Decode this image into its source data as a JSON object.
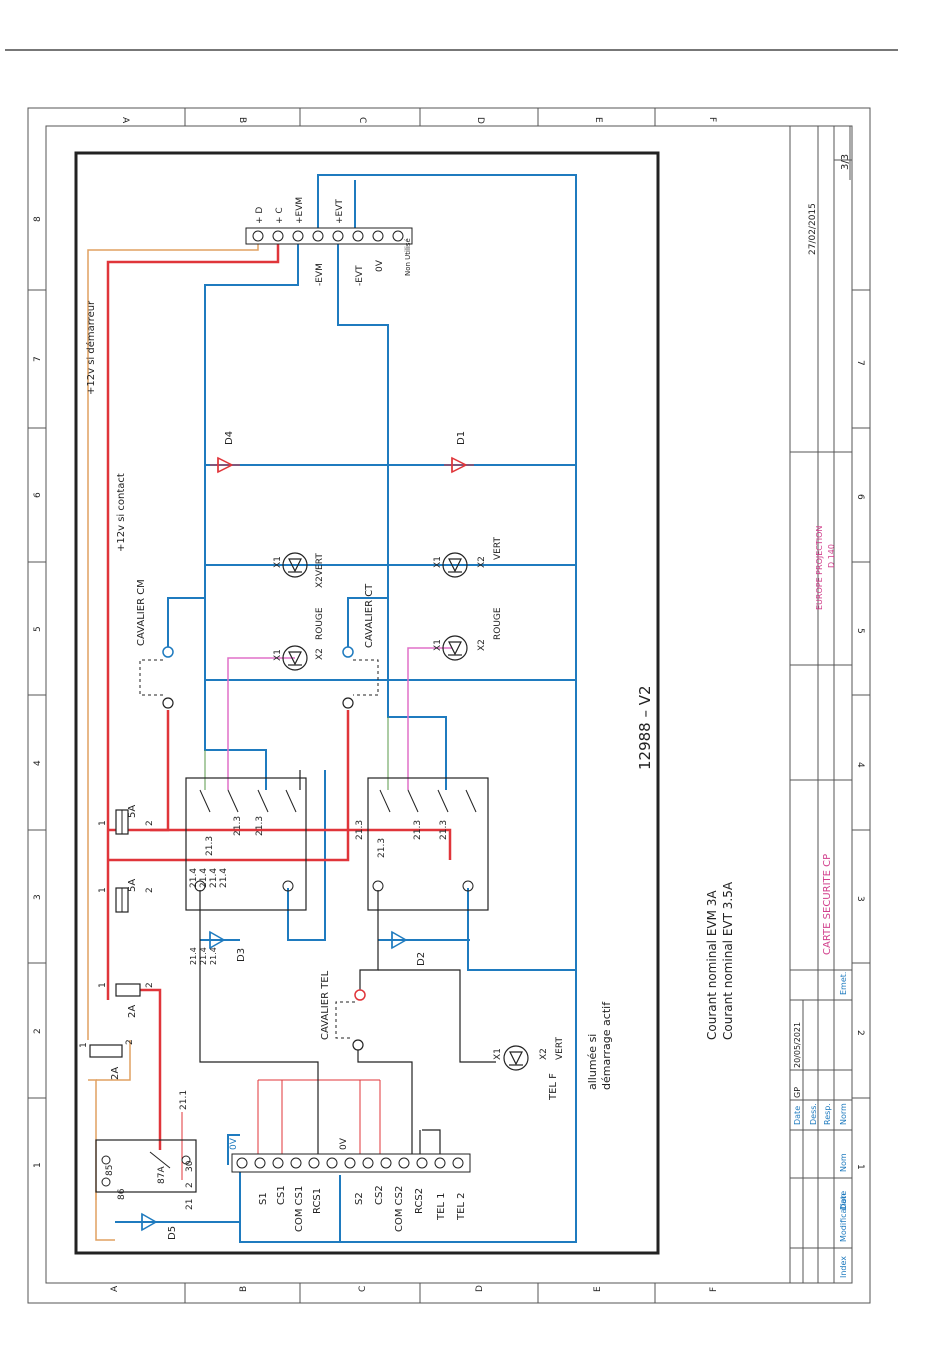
{
  "title_block": {
    "company": "EUROPE PROJECTION",
    "model": "D 140",
    "card": "CARTE SECURITE CP",
    "date_drawn": "27/02/2015",
    "sheet": "3/3",
    "date_mod": "20/05/2021",
    "dessine": "GP",
    "labels": {
      "date": "Date",
      "dess": "Dess.",
      "resp": "Resp.",
      "emet": "Emet.",
      "norm": "Norm",
      "nom": "Nom",
      "date2": "Date",
      "modification": "Modification",
      "index": "Index"
    }
  },
  "grid": {
    "columns": [
      "A",
      "B",
      "C",
      "D",
      "E",
      "F"
    ],
    "rows": [
      "8",
      "7",
      "6",
      "5",
      "4",
      "3",
      "2",
      "1"
    ]
  },
  "diagram": {
    "ref": "12988 – V2",
    "note_line1": "Courant nominal EVM 3A",
    "note_line2": "Courant nominal EVT 3.5A",
    "supply_start": "+12v si démarreur",
    "supply_contact": "+12v si contact",
    "allumee_1": "allumée si",
    "allumee_2": "démarrage actif",
    "top_terminals": [
      "+ D",
      "+ C",
      "+EVM",
      "-EVM",
      "+EVT",
      "-EVT",
      "0V",
      "Non Utilisé"
    ],
    "bottom_left_terminals": [
      "S1",
      "CS1",
      "COM CS1",
      "RCS1"
    ],
    "bottom_right_terminals": [
      "S2",
      "CS2",
      "COM CS2",
      "RCS2",
      "TEL 1",
      "TEL 2"
    ],
    "ov": "0V",
    "cavalier_cm": "CAVALIER CM",
    "cavalier_ct": "CAVALIER CT",
    "cavalier_tel": "CAVALIER TEL",
    "diodes": [
      "D1",
      "D2",
      "D3",
      "D4",
      "D5"
    ],
    "fuses": [
      "5A",
      "5A",
      "2A",
      "2A"
    ],
    "pin1": "1",
    "pin2": "2",
    "relay_pins": {
      "r85": "85",
      "r86": "86",
      "r87a": "87A",
      "r30": "30",
      "r21": "21",
      "r2": "2",
      "r12": "21.1"
    },
    "contact_213": "21.3",
    "contact_214": "21.4",
    "led_x1": "X1",
    "led_x2": "X2",
    "led_rouge": "ROUGE",
    "led_vert": "VERT",
    "led_x2vert": "X2VERT",
    "tel_f": "TEL F",
    "colors": {
      "red": "#e0353a",
      "blue": "#1f7bbf",
      "orange": "#e0a060",
      "pink": "#e070c8",
      "black": "#222222",
      "frame": "#555555"
    }
  }
}
